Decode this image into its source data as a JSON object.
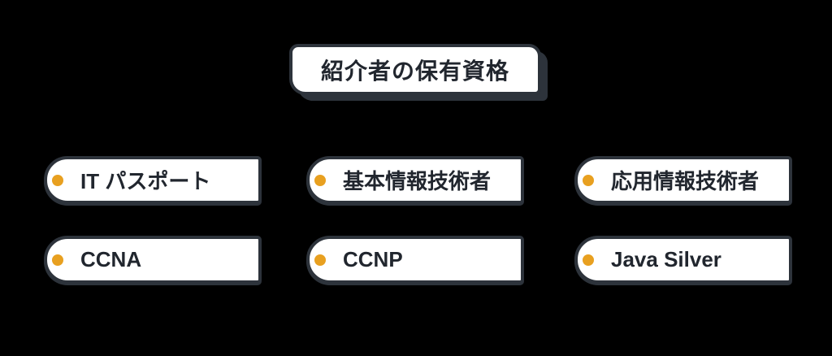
{
  "title": {
    "label": "紹介者の保有資格"
  },
  "items": [
    {
      "label": "IT パスポート"
    },
    {
      "label": "基本情報技術者"
    },
    {
      "label": "応用情報技術者"
    },
    {
      "label": "CCNA"
    },
    {
      "label": "CCNP"
    },
    {
      "label": "Java Silver"
    }
  ],
  "colors": {
    "background": "#000000",
    "box_fill": "#ffffff",
    "box_border": "#2d333b",
    "text": "#21262e",
    "bullet": "#e8a020"
  }
}
